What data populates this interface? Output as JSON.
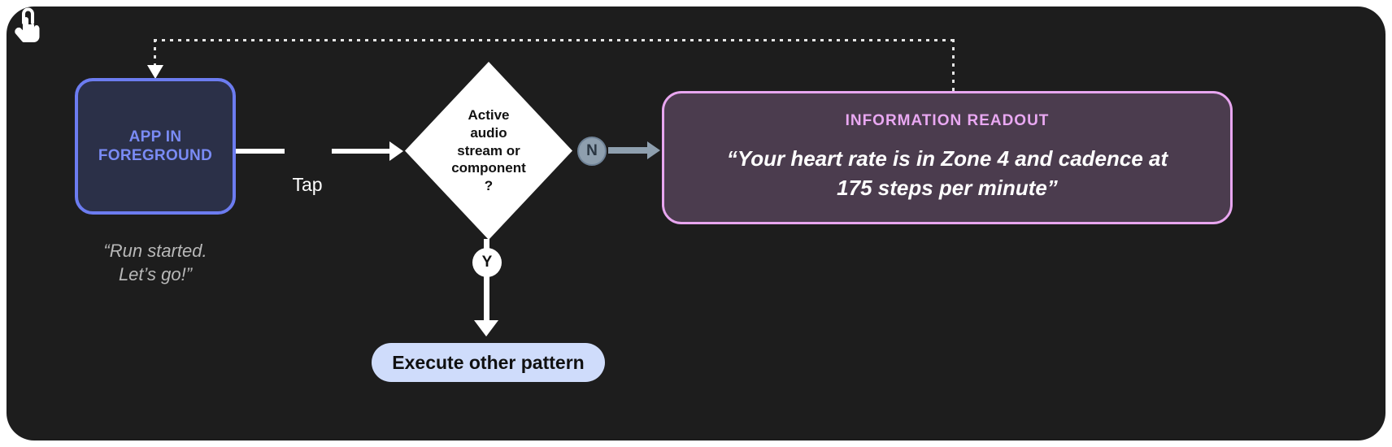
{
  "canvas": {
    "background": "#1d1d1d",
    "border_radius": "34px"
  },
  "nodes": {
    "app_box": {
      "label_line1": "APP IN",
      "label_line2": "FOREGROUND",
      "text_color": "#7a8bf5",
      "fill": "#2b3048",
      "border": "#6c7cf0"
    },
    "app_caption": {
      "line1": "“Run started.",
      "line2": "Let’s go!”",
      "color": "#b8b8b8"
    },
    "tap": {
      "icon": "tap-hand-icon",
      "label": "Tap"
    },
    "decision": {
      "line1": "Active",
      "line2": "audio",
      "line3": "stream or",
      "line4": "component",
      "line5": "?",
      "fill": "#ffffff",
      "text_color": "#111111"
    },
    "branch_no": {
      "badge": "N",
      "badge_fill": "#8e9fae",
      "badge_text": "#2a3642",
      "arrow_color": "#8e9fae"
    },
    "branch_yes": {
      "badge": "Y",
      "badge_fill": "#ffffff",
      "badge_text": "#111111",
      "arrow_color": "#ffffff"
    },
    "execute_pill": {
      "label": "Execute other pattern",
      "fill": "#cfdcfb",
      "text_color": "#101010"
    },
    "readout": {
      "title": "INFORMATION READOUT",
      "body_line1": "“Your heart rate is in Zone 4 and cadence at",
      "body_line2": "175 steps per minute”",
      "fill": "#4b3c4e",
      "border": "#e8a6f0",
      "title_color": "#e9a8f2",
      "body_color": "#ffffff"
    }
  },
  "connectors": {
    "feedback_loop_style": "dotted",
    "feedback_loop_color": "#e4e4e4"
  }
}
